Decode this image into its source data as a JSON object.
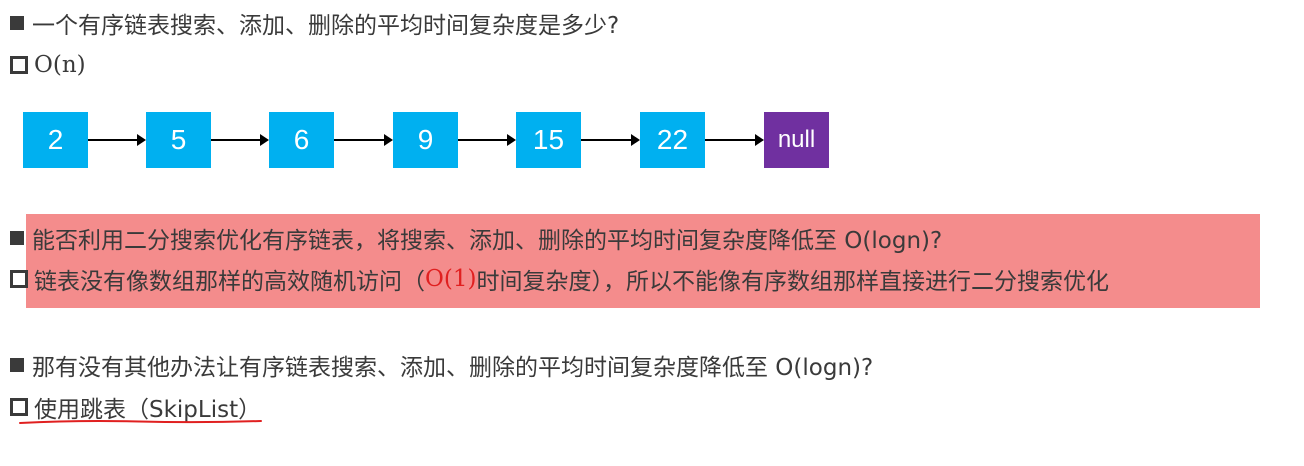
{
  "lines": {
    "q1": "一个有序链表搜索、添加、删除的平均时间复杂度是多少?",
    "a1": "O(n)",
    "q2": "能否利用二分搜索优化有序链表，将搜索、添加、删除的平均时间复杂度降低至 O(logn)?",
    "a2_before": "链表没有像数组那样的高效随机访问（",
    "a2_red": "O(1)",
    "a2_after": " 时间复杂度），所以不能像有序数组那样直接进行二分搜索优化",
    "q3": "那有没有其他办法让有序链表搜索、添加、删除的平均时间复杂度降低至 O(logn)?",
    "a3": "使用跳表（SkipList）"
  },
  "list_nodes": [
    "2",
    "5",
    "6",
    "9",
    "15",
    "22",
    "null"
  ],
  "colors": {
    "node": "#00b0f0",
    "null_node": "#7030a0",
    "highlight": "#f48c8c",
    "red_text": "#e02020",
    "underline": "#e02020"
  }
}
